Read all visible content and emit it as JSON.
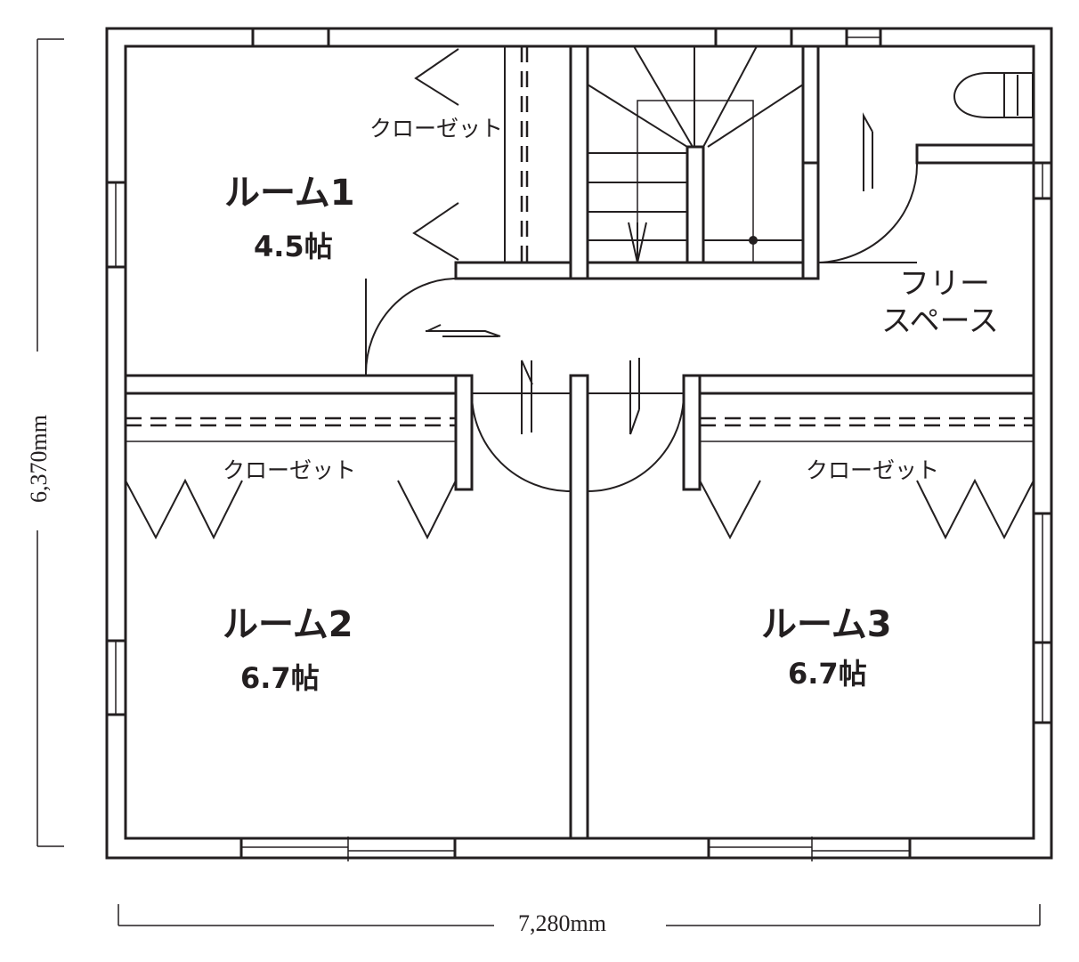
{
  "rooms": {
    "room1": {
      "name": "ルーム1",
      "size": "4.5帖"
    },
    "room2": {
      "name": "ルーム2",
      "size": "6.7帖"
    },
    "room3": {
      "name": "ルーム3",
      "size": "6.7帖"
    }
  },
  "closets": {
    "room1": "クローゼット",
    "room2": "クローゼット",
    "room3": "クローゼット"
  },
  "free_space": {
    "line1": "フリー",
    "line2": "スペース"
  },
  "dimensions": {
    "width": "7,280mm",
    "height": "6,370mm"
  }
}
